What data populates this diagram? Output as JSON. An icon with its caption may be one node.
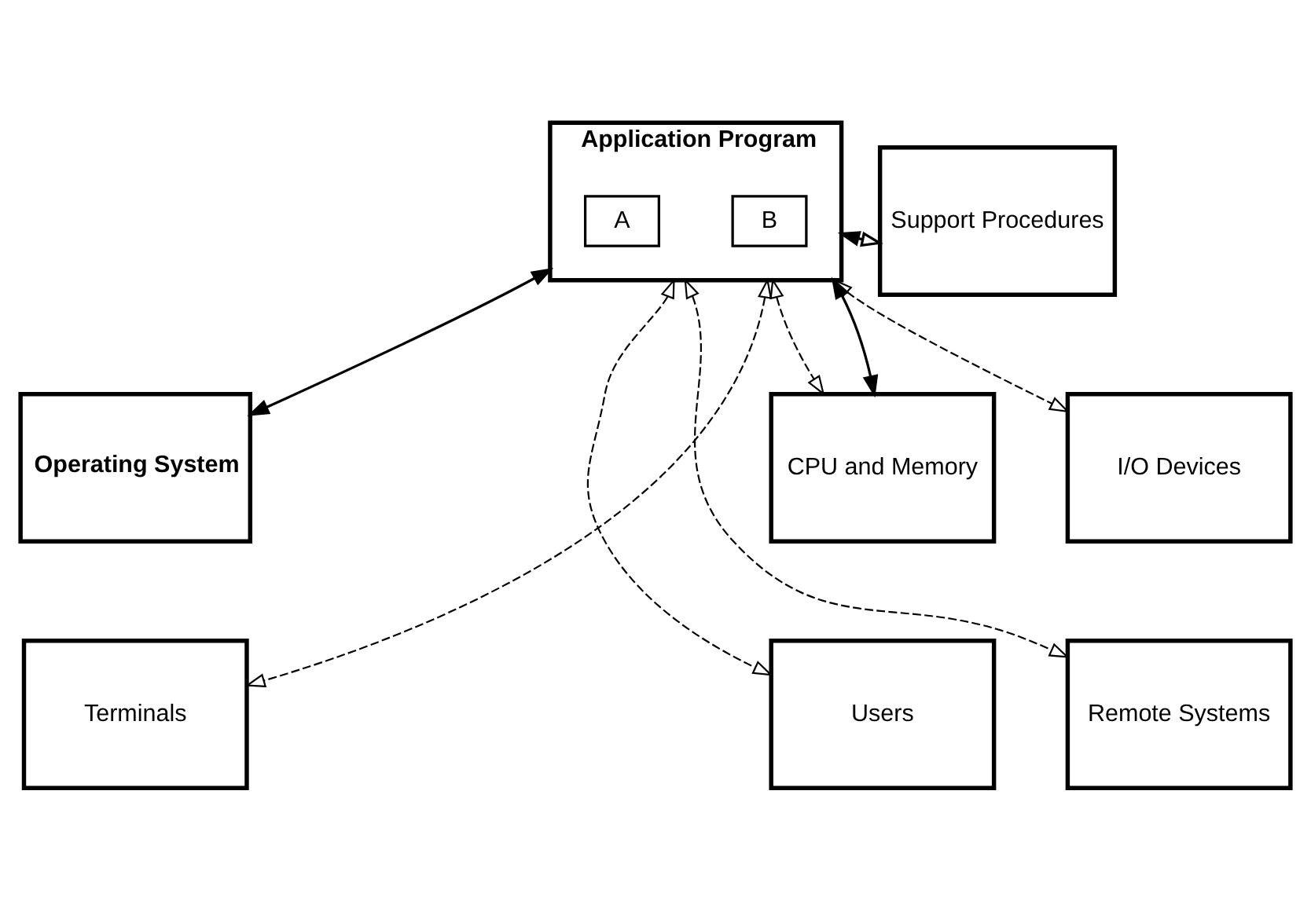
{
  "diagram": {
    "nodes": [
      {
        "text": [
          "Application Program"
        ]
      },
      {
        "text": [
          "A"
        ],
        "in": 0
      },
      {
        "text": [
          "B"
        ],
        "in": 0
      },
      {
        "text": [
          "Support Procedures"
        ]
      },
      {
        "text": [
          "CPU and Memory"
        ]
      },
      {
        "text": [
          "Operating System"
        ]
      },
      {
        "text": [
          "I/O Devices"
        ]
      },
      {
        "text": [
          "Users"
        ]
      },
      {
        "text": [
          "Terminals"
        ]
      },
      {
        "text": [
          "Remote Systems"
        ]
      }
    ],
    "edges": [
      {
        "from": 0,
        "to": 3,
        "arrow": "both"
      },
      {
        "from": 0,
        "to": 4,
        "arrow": "both"
      },
      {
        "from": 0,
        "to": 5,
        "arrow": "both"
      },
      {
        "from": 0,
        "to": 4,
        "arrow": "both",
        "style": "dashed"
      },
      {
        "from": 0,
        "to": 7,
        "arrow": "both",
        "style": "dashed"
      },
      {
        "from": 0,
        "to": 8,
        "arrow": "both",
        "style": "dashed"
      },
      {
        "from": 0,
        "to": 9,
        "arrow": "both",
        "style": "dashed"
      },
      {
        "from": 0,
        "to": 6,
        "arrow": "both",
        "style": "dashed"
      }
    ]
  }
}
